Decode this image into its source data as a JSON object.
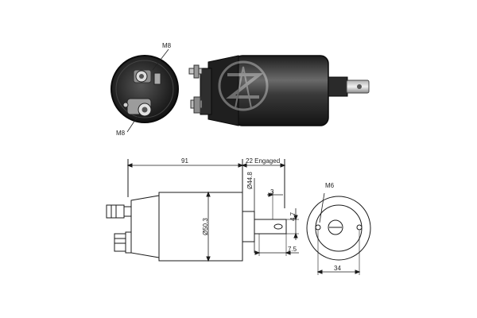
{
  "photo": {
    "end_view": {
      "top_thread_label": "M8",
      "bottom_thread_label": "M8"
    },
    "watermark": "ZM"
  },
  "drawing": {
    "dims": {
      "body_length": "91",
      "engaged_stroke": "22 Engaged",
      "nose_diameter": "Ø44.8",
      "body_diameter": "Ø50.3",
      "eye_offset": "3",
      "eye_width": "4.7",
      "eye_length": "7.5",
      "end_width": "34",
      "end_thread": "M6"
    }
  },
  "colors": {
    "background": "#ffffff",
    "line": "#1a1a1a",
    "body_dark": "#2b2b2b",
    "highlight": "#9a9a9a"
  }
}
